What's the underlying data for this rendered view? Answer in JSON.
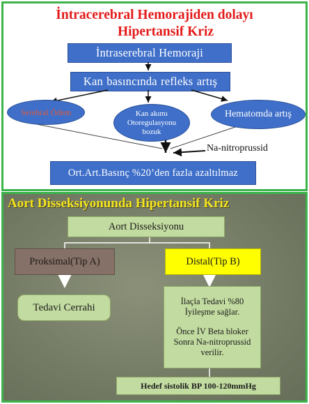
{
  "top": {
    "title_line1": "İntracerebral Hemorajiden dolayı",
    "title_line2": "Hipertansif Kriz",
    "box_hemorrhage": "İntraserebral Hemoraji",
    "box_reflex": "Kan basıncında  refleks  artış",
    "ellipse_left": "Serebral Ödem",
    "ellipse_center_line1": "Kan akımı",
    "ellipse_center_line2": "Otoregulasyonu",
    "ellipse_center_line3": "bozuk",
    "ellipse_right": "Hematomda artış",
    "drug_label": "Na-nitroprussid",
    "box_bottom": "Ort.Art.Basınç %20’den fazla azaltılmaz"
  },
  "bottom": {
    "title": "Aort Disseksiyonunda  Hipertansif  Kriz",
    "box_aort": "Aort Disseksiyonu",
    "box_proximal": "Proksimal(Tip A)",
    "box_distal": "Distal(Tip B)",
    "box_surgery": "Tedavi Cerrahi",
    "box_medical_line1": "İlaçla Tedavi %80",
    "box_medical_line2": "İyileşme sağlar.",
    "box_medical_line3": "Önce İV Beta bloker",
    "box_medical_line4": "Sonra Na-nitroprussid",
    "box_medical_line5": "verilir.",
    "box_target": "Hedef sistolik BP 100-120mmHg"
  },
  "colors": {
    "panel_border": "#3cb44b",
    "title_red": "#e31a1a",
    "box_blue": "#3f6fc9",
    "title_yellow": "#f5e51c",
    "box_green": "#c2dba0",
    "box_mauve": "#857167",
    "box_yellow": "#ffff00"
  }
}
